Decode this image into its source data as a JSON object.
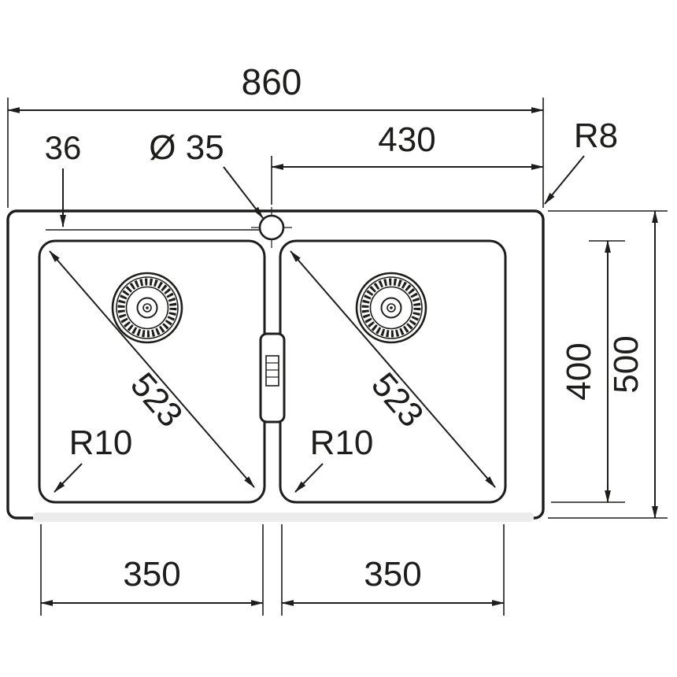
{
  "diagram": {
    "type": "technical-drawing",
    "subject": "double-bowl sink top view with dimensions",
    "line_color": "#1d1d1b",
    "background": "#ffffff",
    "labels": {
      "overall_width": "860",
      "right_half_width": "430",
      "rim_offset": "36",
      "tap_hole_diameter": "Ø 35",
      "outer_corner_radius": "R8",
      "left_bowl_diagonal": "523",
      "right_bowl_diagonal": "523",
      "left_bowl_corner_radius": "R10",
      "right_bowl_corner_radius": "R10",
      "bowl_depth": "400",
      "overall_depth": "500",
      "left_bowl_width": "350",
      "right_bowl_width": "350"
    }
  }
}
